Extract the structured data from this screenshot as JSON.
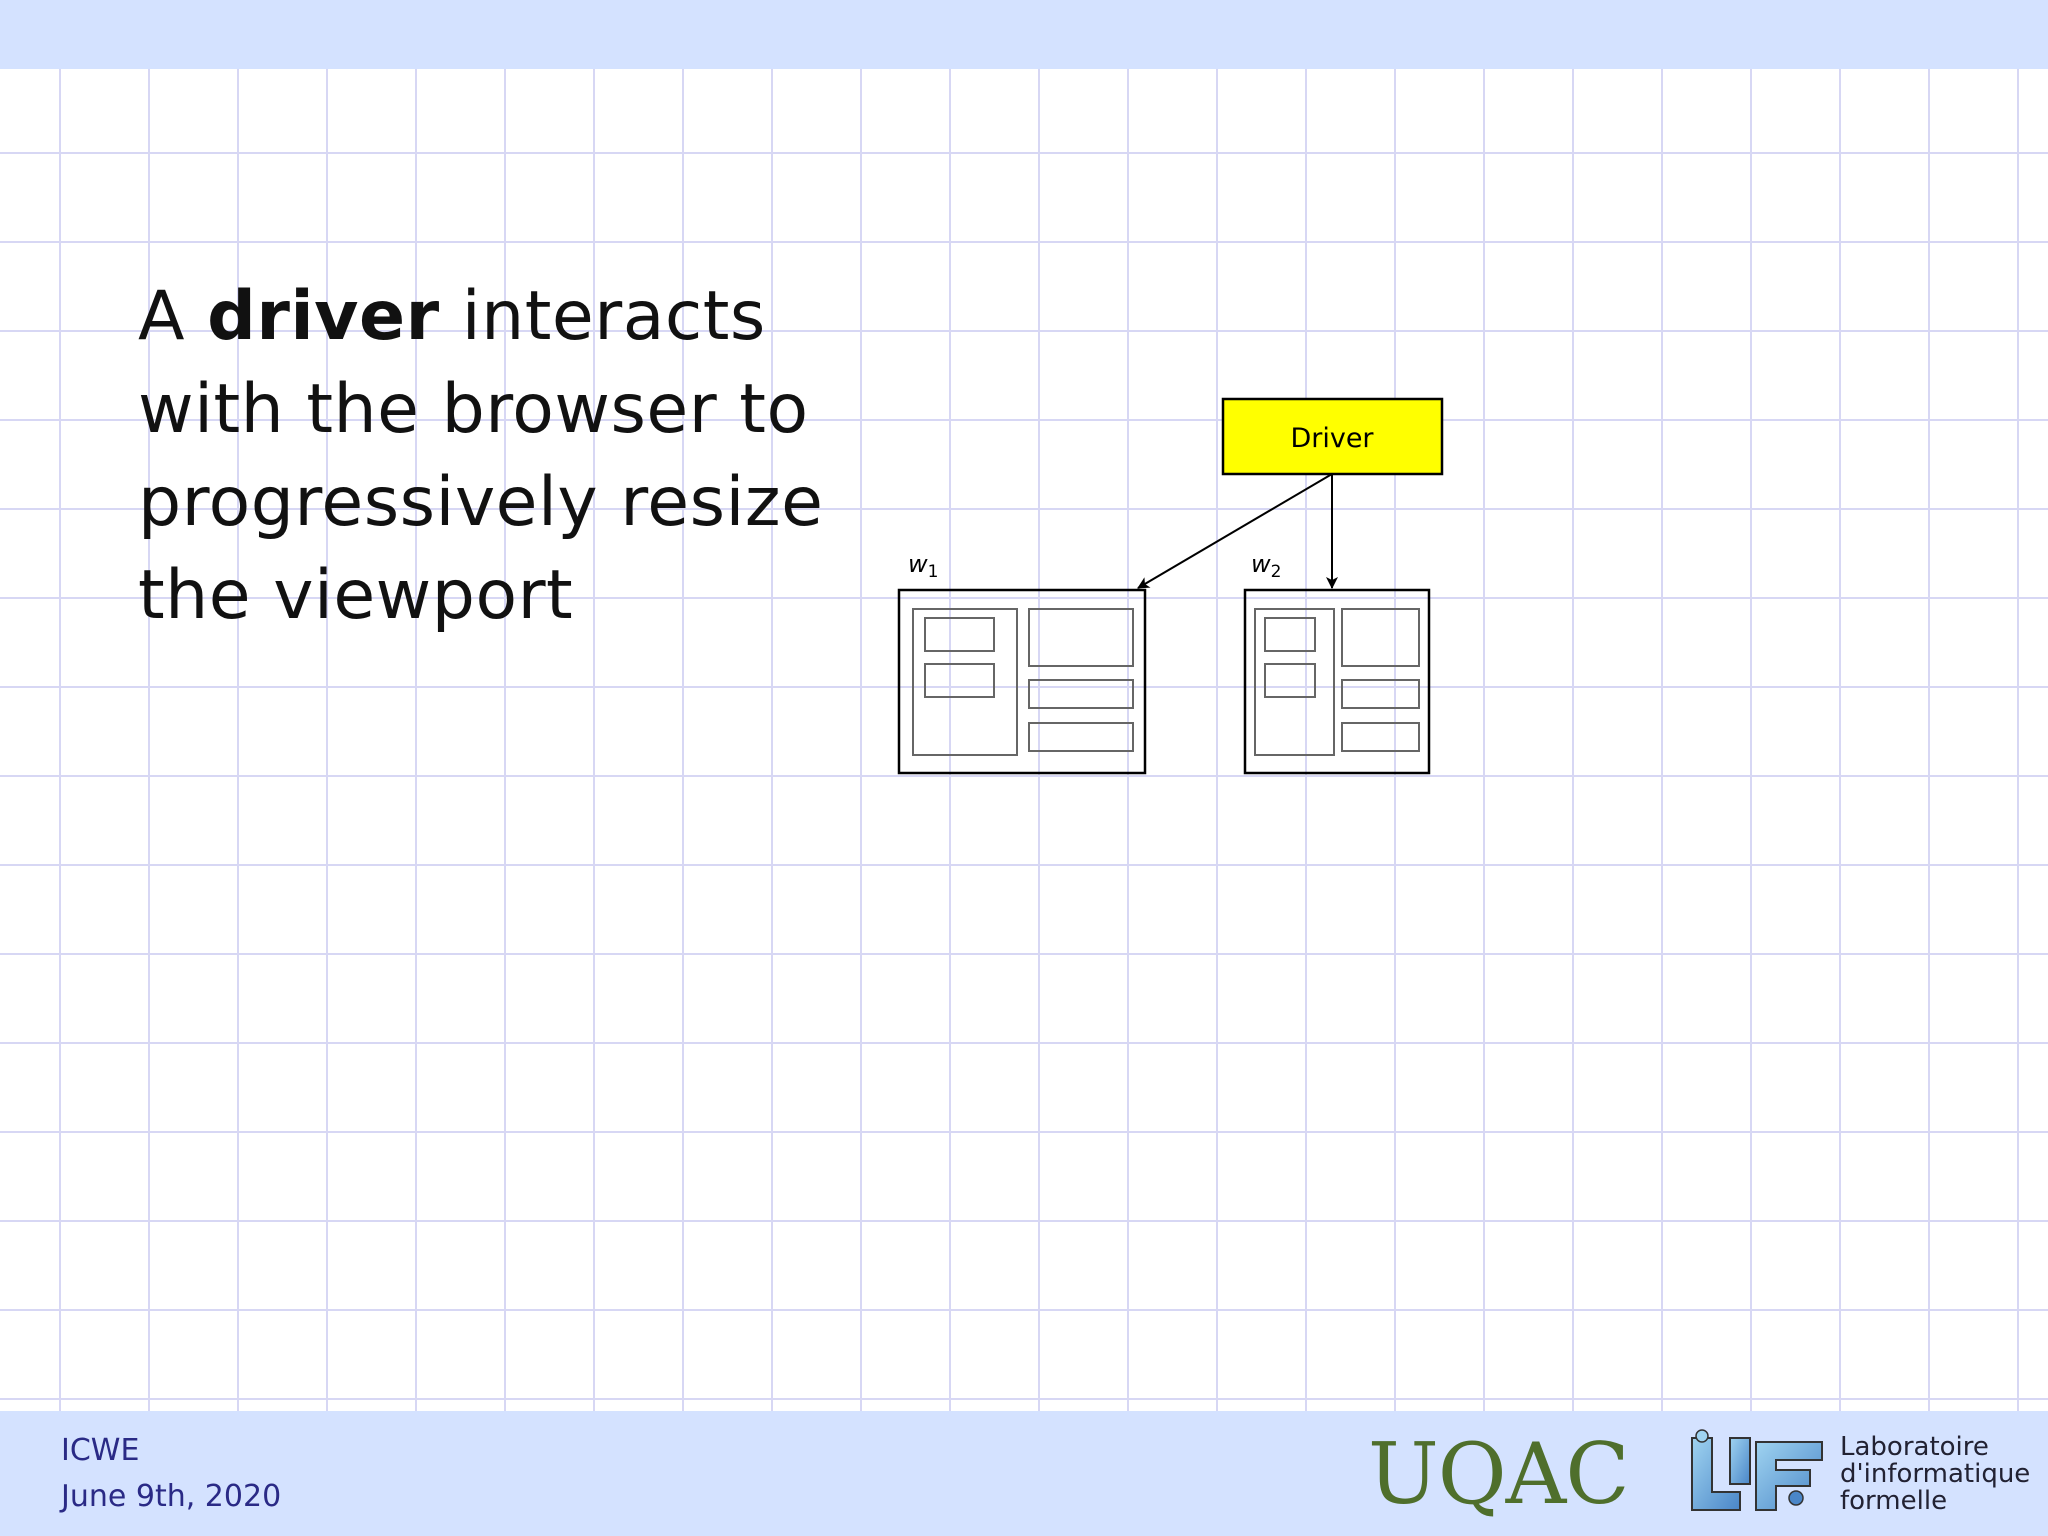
{
  "slide": {
    "text_before": "A ",
    "text_bold": "driver",
    "text_after": " interacts with the browser to progressively resize the viewport"
  },
  "diagram": {
    "driver_label": "Driver",
    "window1_label": "w",
    "window1_subscript": "1",
    "window2_label": "w",
    "window2_subscript": "2",
    "driver_fill": "#ffff00"
  },
  "footer": {
    "conference": "ICWE",
    "date": "June 9th, 2020",
    "uqac_logo_text": "UQAC",
    "lif_line1": "Laboratoire",
    "lif_line2": "d'informatique",
    "lif_line3": "formelle"
  },
  "colors": {
    "band": "#d4e2ff",
    "grid_line": "#d7d7f4",
    "uqac_green": "#4f6f2c",
    "footer_text": "#2a2a86"
  }
}
